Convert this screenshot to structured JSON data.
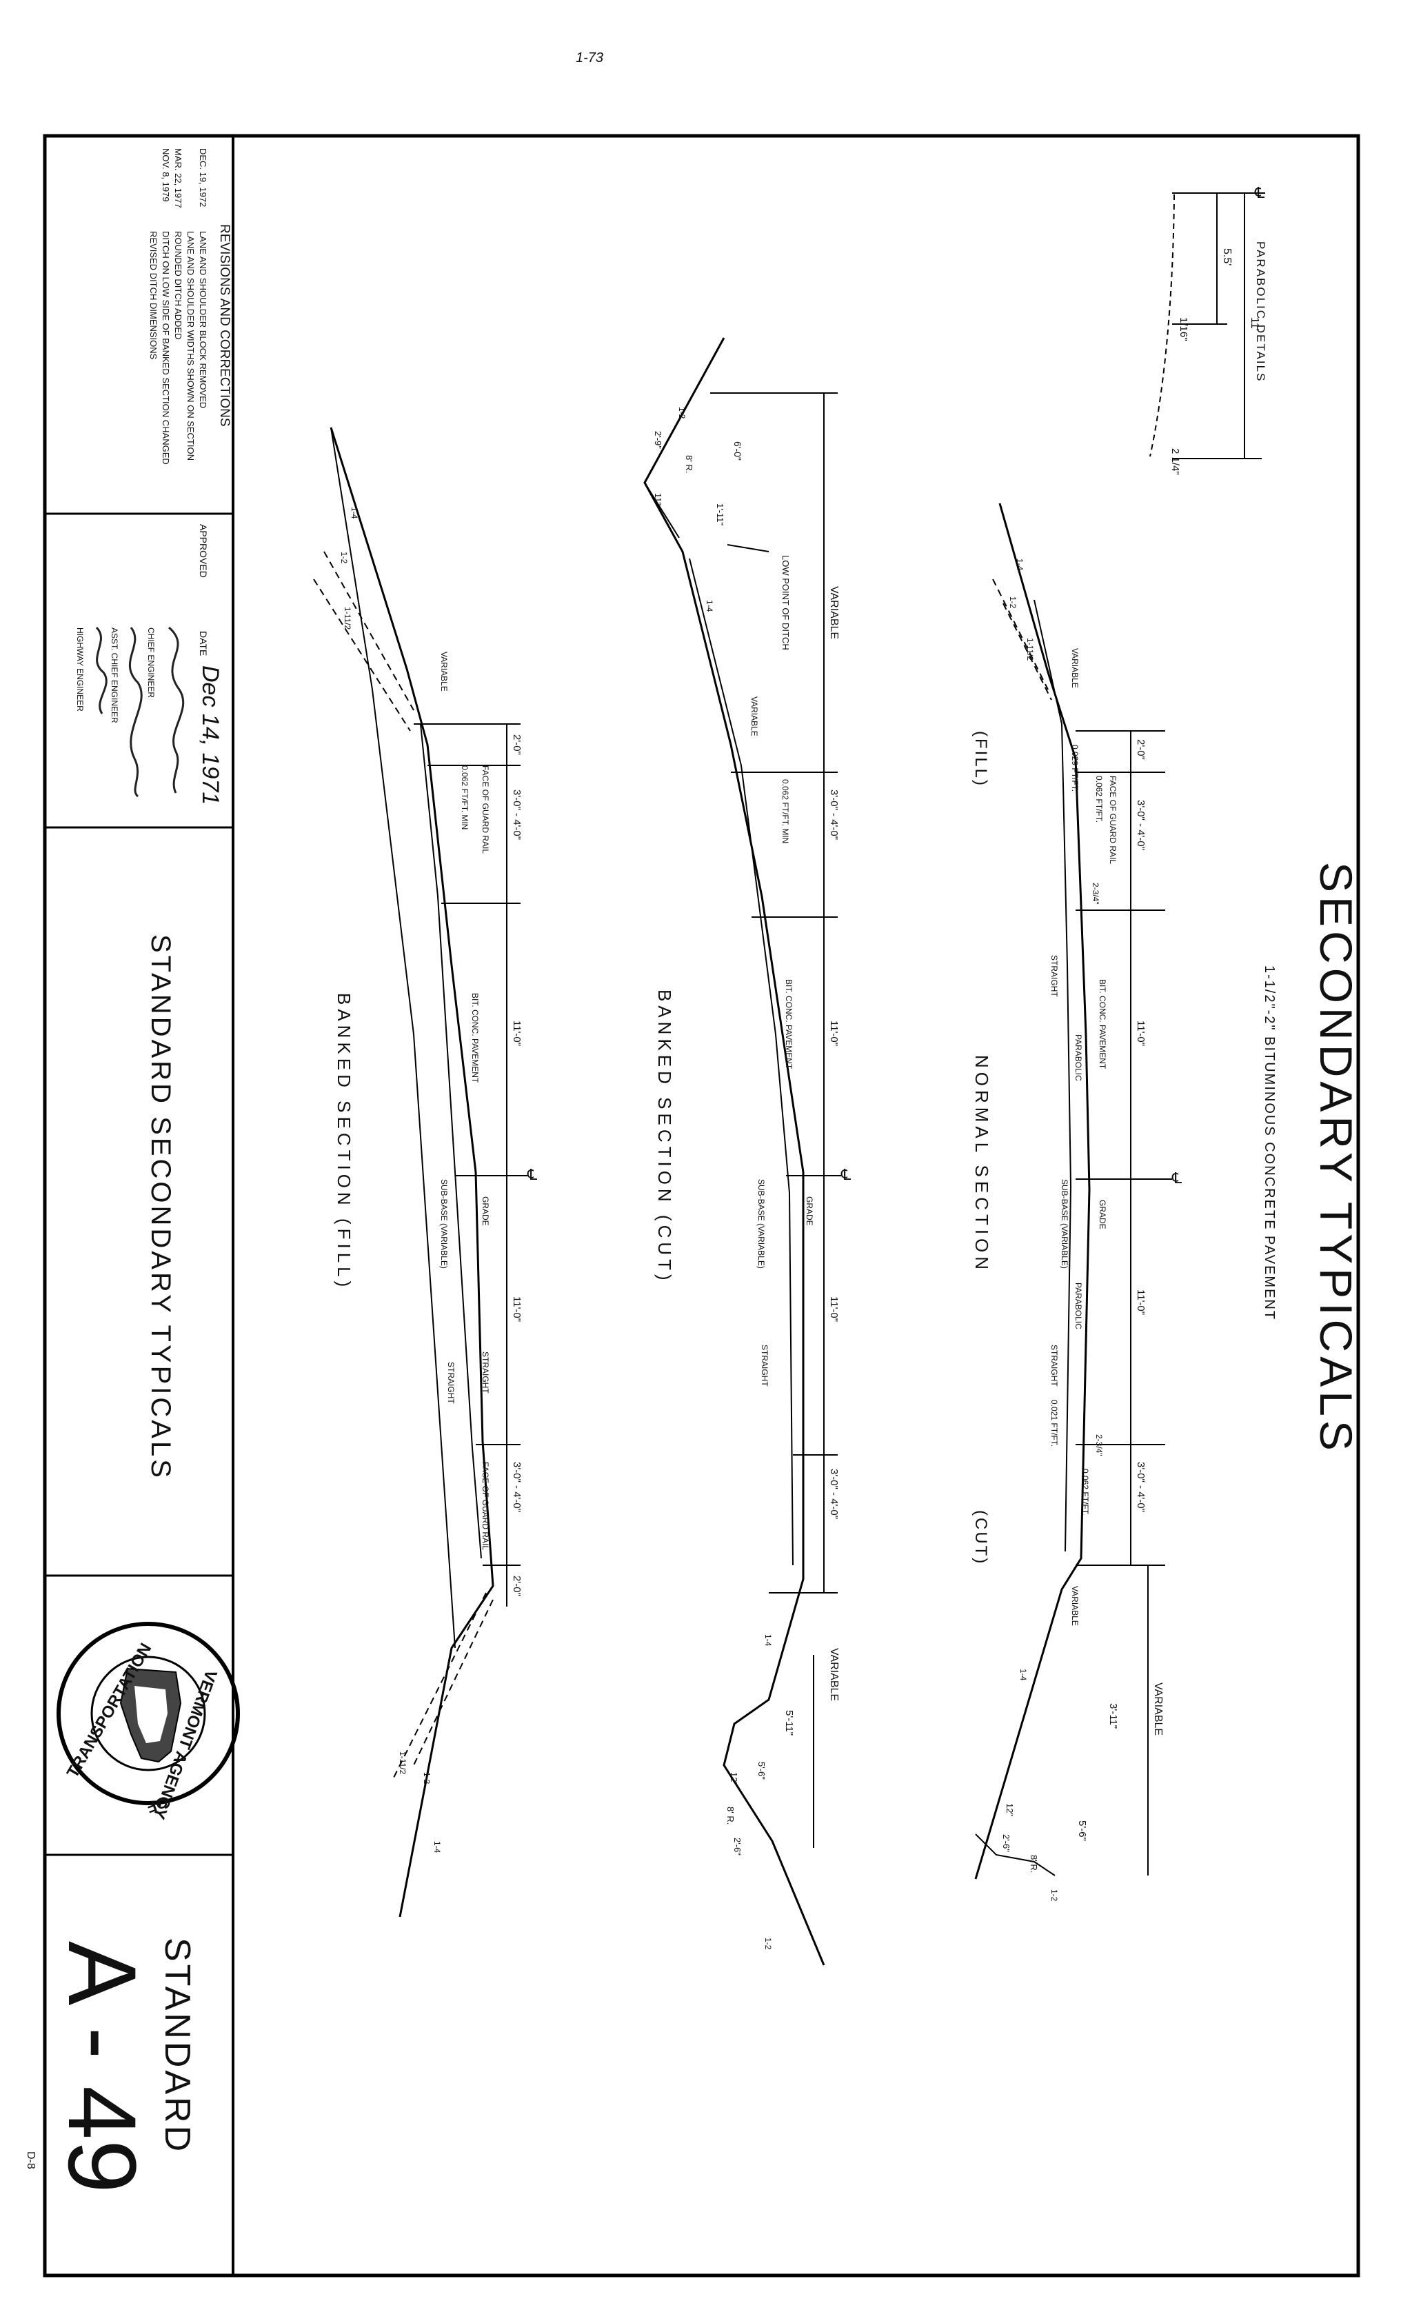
{
  "page_mark": "1-73",
  "corner_mark": "D-8",
  "title": {
    "main": "SECONDARY TYPICALS",
    "sub": "1-1/2\"-2\" BITUMINOUS CONCRETE PAVEMENT"
  },
  "parabolic": {
    "title": "PARABOLIC DETAILS",
    "d11": "11'",
    "d55": "5.5'",
    "d116": "1/16\"",
    "d214": "2 1/4\""
  },
  "sections": {
    "normal": {
      "left": "(FILL)",
      "name": "NORMAL SECTION",
      "right": "(CUT)"
    },
    "cut": {
      "name": "BANKED SECTION (CUT)"
    },
    "fill": {
      "name": "BANKED SECTION (FILL)"
    }
  },
  "dims": {
    "two_ft": "2'-0\"",
    "shoulder": "3'-0\" - 4'-0\"",
    "lane": "11'-0\"",
    "variable": "VARIABLE",
    "d3_11": "3'-11\"",
    "d5_6": "5'-6\"",
    "d5_11": "5'-11\"",
    "d2_6": "2'-6\"",
    "d2_9": "2'-9\"",
    "d1_11": "1'-11\"",
    "d6_0": "6'-0\"",
    "d8r": "8' R.",
    "d11in": "11\"",
    "d12in": "12\""
  },
  "notes": {
    "slope_14": "1-4",
    "slope_12": "1-2",
    "slope_112": "1-11/2",
    "face_guard": "FACE OF GUARD RAIL",
    "bit_pave": "BIT. CONC. PAVEMENT",
    "grade": "GRADE",
    "subbase": "SUB-BASE (VARIABLE)",
    "parabolic": "PARABOLIC",
    "straight": "STRAIGHT",
    "slope_029": "0.029 FT/FT.",
    "slope_021": "0.021 FT/FT.",
    "slope_062": "0.062 FT/FT.",
    "slope_062min": "0.062 FT/FT. MIN",
    "two_34": "2-3/4\"",
    "low_point": "LOW POINT OF DITCH",
    "cl": "℄"
  },
  "revisions": {
    "header": "REVISIONS AND CORRECTIONS",
    "rows": [
      {
        "date": "DEC. 19, 1972",
        "text": "LANE AND SHOULDER BLOCK REMOVED"
      },
      {
        "date": "",
        "text": "LANE AND SHOULDER WIDTHS SHOWN ON SECTION"
      },
      {
        "date": "MAR. 22, 1977",
        "text": "ROUNDED DITCH ADDED"
      },
      {
        "date": "NOV. 8, 1979",
        "text": "DITCH ON LOW SIDE OF BANKED SECTION CHANGED"
      },
      {
        "date": "",
        "text": "REVISED DITCH DIMENSIONS"
      }
    ]
  },
  "approval": {
    "approved": "APPROVED",
    "date_label": "DATE",
    "date_value": "Dec 14, 1971",
    "chief_engineer": "CHIEF ENGINEER",
    "asst_chief": "ASST. CHIEF ENGINEER",
    "highway_engineer": "HIGHWAY ENGINEER"
  },
  "sheet_title": "STANDARD SECONDARY TYPICALS",
  "agency": {
    "top": "VERMONT AGENCY",
    "of": "OF",
    "bottom": "TRANSPORTATION"
  },
  "standard": {
    "label": "STANDARD",
    "number": "A - 49"
  }
}
